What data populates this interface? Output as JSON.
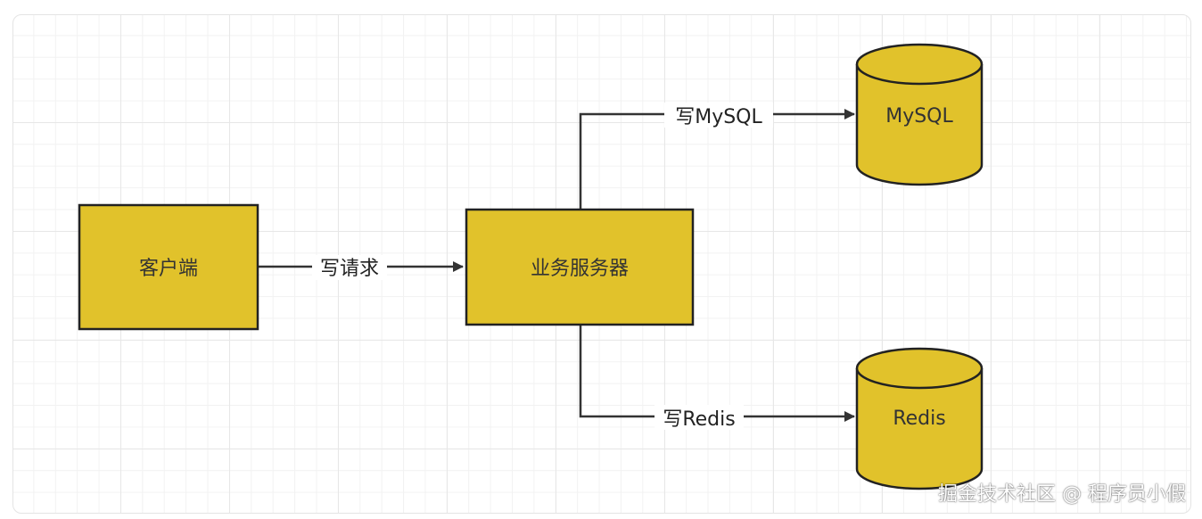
{
  "colors": {
    "node_fill": "#E1C22B",
    "node_stroke": "#222222",
    "edge": "#333333"
  },
  "nodes": {
    "client": "客户端",
    "server": "业务服务器",
    "mysql": "MySQL",
    "redis": "Redis"
  },
  "edges": {
    "write_request": "写请求",
    "write_mysql": "写MySQL",
    "write_redis": "写Redis"
  },
  "watermark": "掘金技术社区 @ 程序员小假"
}
